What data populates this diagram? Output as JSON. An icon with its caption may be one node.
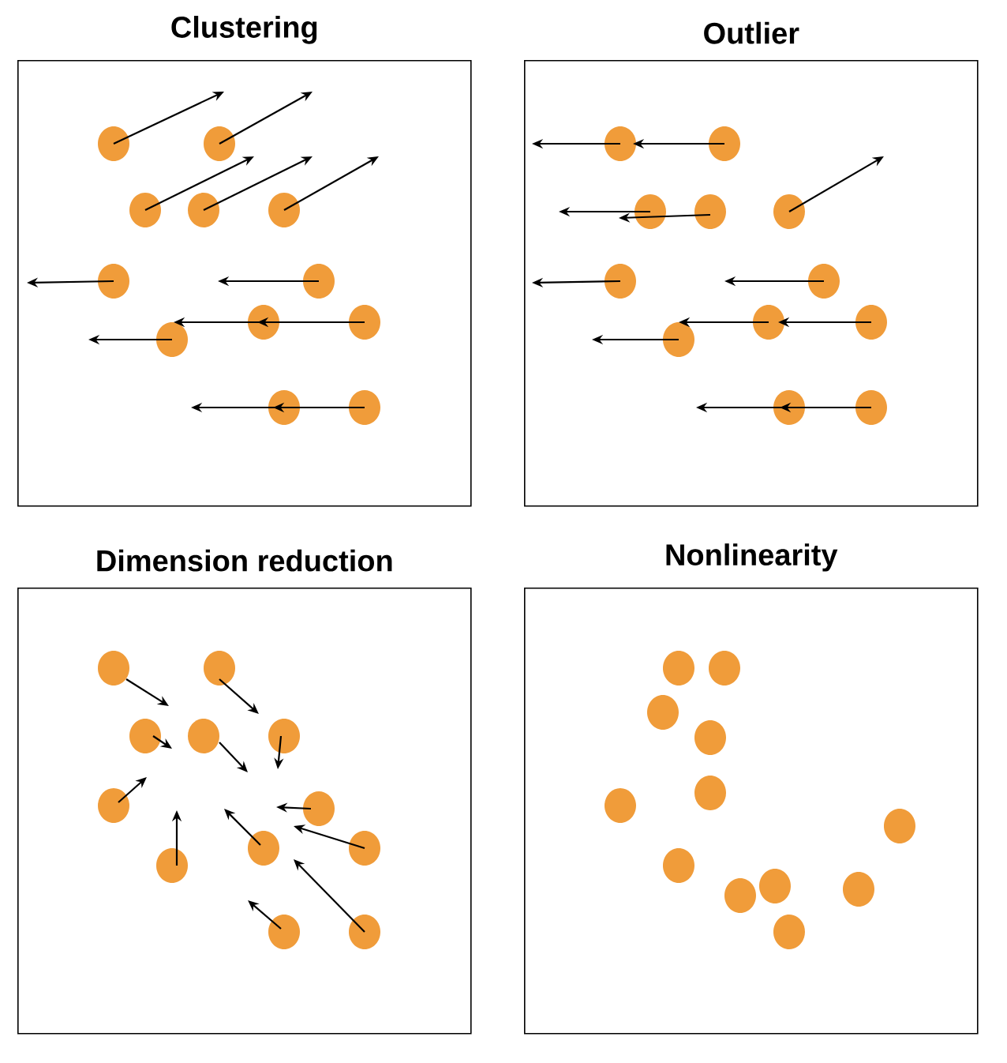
{
  "diagram": {
    "nodes": [
      {
        "text": [
          "Clustering"
        ]
      },
      {
        "text": [
          "Outlier"
        ]
      },
      {
        "text": [
          "Dimension reduction"
        ]
      },
      {
        "text": [
          "Nonlinearity"
        ]
      }
    ]
  }
}
